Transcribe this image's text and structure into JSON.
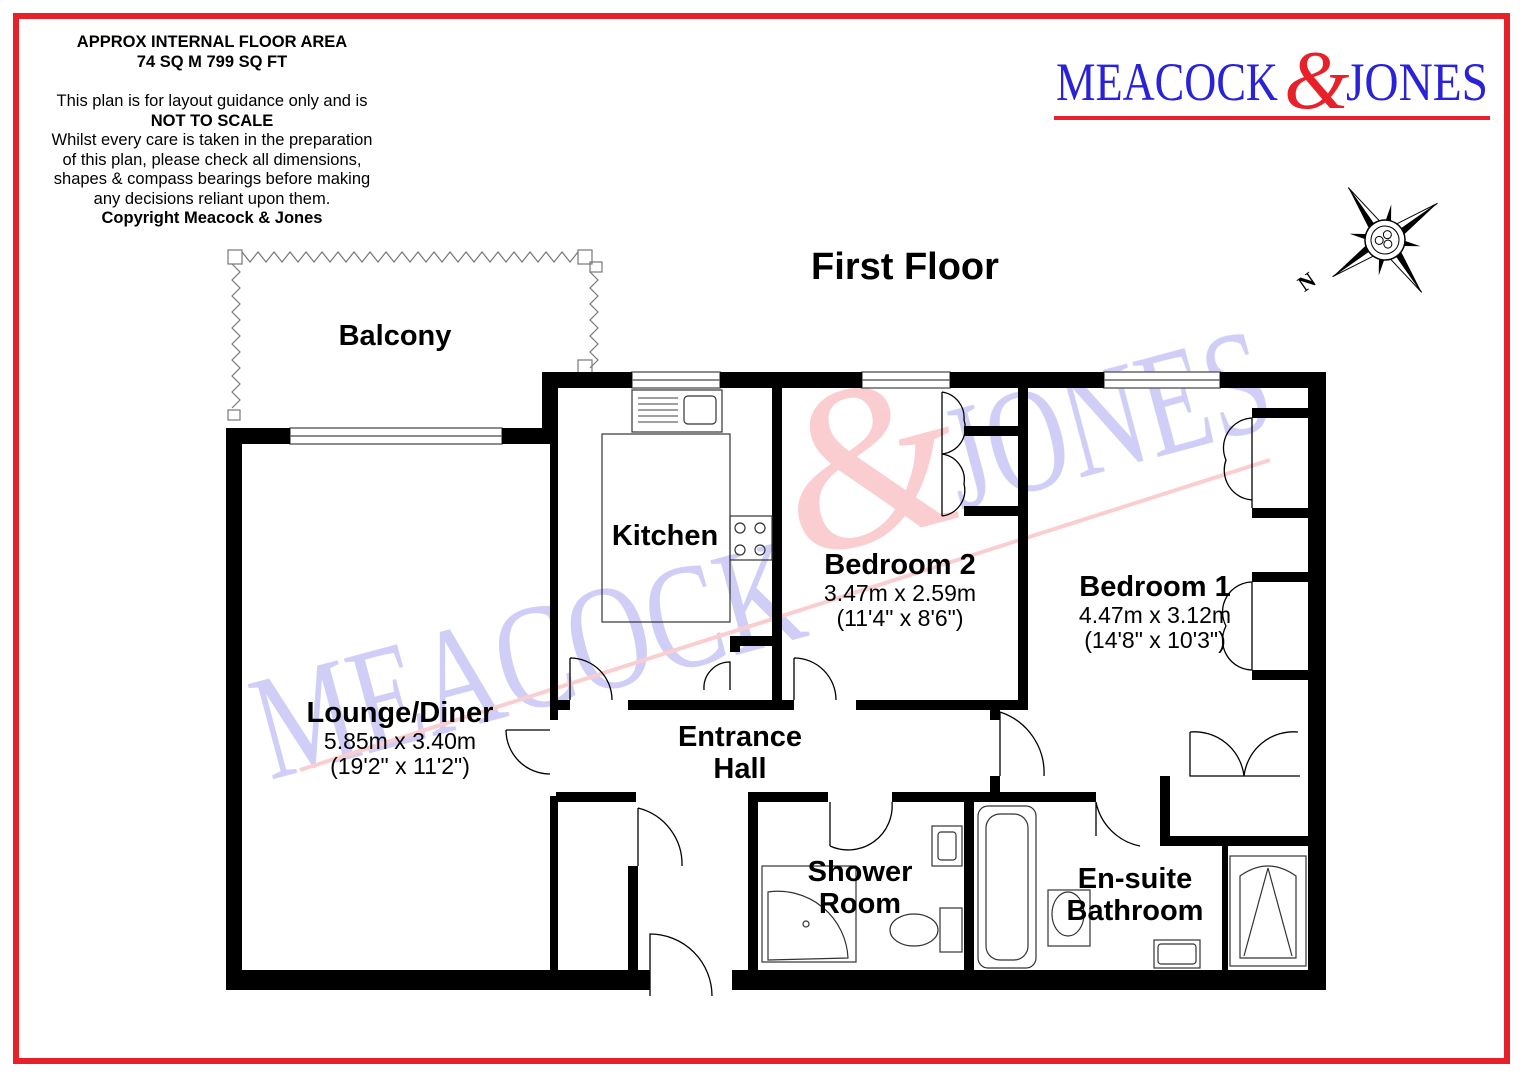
{
  "brand": {
    "name_left": "MEACOCK",
    "ampersand": "&",
    "name_right": "JONES",
    "primary_color": "#2a22d8",
    "accent_color": "#e8202a"
  },
  "notes": {
    "area_title": "APPROX INTERNAL FLOOR AREA",
    "area_value": "74 SQ M 799 SQ FT",
    "disclaimer_1": "This plan is for layout guidance only and is",
    "disclaimer_2": "NOT TO SCALE",
    "disclaimer_3": "Whilst every care is taken in the preparation",
    "disclaimer_4": "of this plan, please check all dimensions,",
    "disclaimer_5": "shapes & compass bearings before making",
    "disclaimer_6": "any decisions reliant upon them.",
    "copyright": "Copyright Meacock & Jones"
  },
  "floor_title": "First Floor",
  "compass": {
    "north_label": "N",
    "icon": "compass-rose-icon"
  },
  "rooms": {
    "balcony": {
      "name": "Balcony"
    },
    "lounge": {
      "name": "Lounge/Diner",
      "metric": "5.85m x 3.40m",
      "imperial": "(19'2\" x 11'2\")"
    },
    "kitchen": {
      "name": "Kitchen"
    },
    "bedroom2": {
      "name": "Bedroom 2",
      "metric": "3.47m x 2.59m",
      "imperial": "(11'4\" x 8'6\")"
    },
    "bedroom1": {
      "name": "Bedroom 1",
      "metric": "4.47m x 3.12m",
      "imperial": "(14'8\" x 10'3\")"
    },
    "hall": {
      "name_1": "Entrance",
      "name_2": "Hall"
    },
    "shower": {
      "name_1": "Shower",
      "name_2": "Room"
    },
    "ensuite": {
      "name_1": "En-suite",
      "name_2": "Bathroom"
    }
  }
}
